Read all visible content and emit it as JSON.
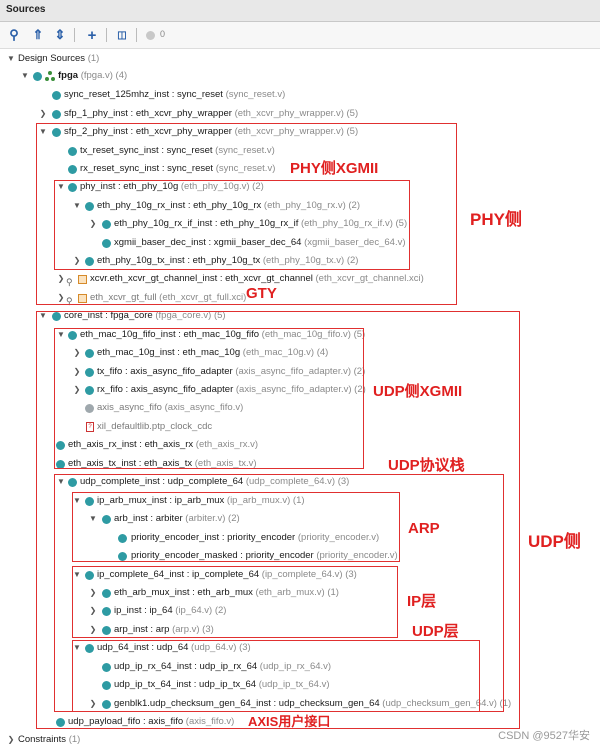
{
  "panel": {
    "title": "Sources",
    "counter": "0"
  },
  "tree": {
    "design_sources": {
      "label": "Design Sources",
      "count": "(1)"
    },
    "fpga": {
      "name": "fpga",
      "file": "(fpga.v) (4)"
    },
    "rows": [
      {
        "name": "sync_reset_125mhz_inst : sync_reset",
        "file": " (sync_reset.v)"
      },
      {
        "name": "sfp_1_phy_inst : eth_xcvr_phy_wrapper",
        "file": " (eth_xcvr_phy_wrapper.v) (5)"
      },
      {
        "name": "sfp_2_phy_inst : eth_xcvr_phy_wrapper",
        "file": " (eth_xcvr_phy_wrapper.v) (5)"
      },
      {
        "name": "tx_reset_sync_inst : sync_reset",
        "file": " (sync_reset.v)"
      },
      {
        "name": "rx_reset_sync_inst : sync_reset",
        "file": " (sync_reset.v)"
      },
      {
        "name": "phy_inst : eth_phy_10g",
        "file": " (eth_phy_10g.v) (2)"
      },
      {
        "name": "eth_phy_10g_rx_inst : eth_phy_10g_rx",
        "file": " (eth_phy_10g_rx.v) (2)"
      },
      {
        "name": "eth_phy_10g_rx_if_inst : eth_phy_10g_rx_if",
        "file": " (eth_phy_10g_rx_if.v) (5)"
      },
      {
        "name": "xgmii_baser_dec_inst : xgmii_baser_dec_64",
        "file": " (xgmii_baser_dec_64.v)"
      },
      {
        "name": "eth_phy_10g_tx_inst : eth_phy_10g_tx",
        "file": " (eth_phy_10g_tx.v) (2)"
      },
      {
        "name": "xcvr.eth_xcvr_gt_channel_inst : eth_xcvr_gt_channel",
        "file": " (eth_xcvr_gt_channel.xci)"
      },
      {
        "name": "eth_xcvr_gt_full",
        "file": " (eth_xcvr_gt_full.xci)"
      },
      {
        "name": "core_inst : fpga_core",
        "file": " (fpga_core.v) (5)"
      },
      {
        "name": "eth_mac_10g_fifo_inst : eth_mac_10g_fifo",
        "file": " (eth_mac_10g_fifo.v) (5)"
      },
      {
        "name": "eth_mac_10g_inst : eth_mac_10g",
        "file": " (eth_mac_10g.v) (4)"
      },
      {
        "name": "tx_fifo : axis_async_fifo_adapter",
        "file": " (axis_async_fifo_adapter.v) (2)"
      },
      {
        "name": "rx_fifo : axis_async_fifo_adapter",
        "file": " (axis_async_fifo_adapter.v) (2)"
      },
      {
        "name": "axis_async_fifo",
        "file": " (axis_async_fifo.v)"
      },
      {
        "name": "xil_defaultlib.ptp_clock_cdc",
        "file": ""
      },
      {
        "name": "eth_axis_rx_inst : eth_axis_rx",
        "file": " (eth_axis_rx.v)"
      },
      {
        "name": "eth_axis_tx_inst : eth_axis_tx",
        "file": " (eth_axis_tx.v)"
      },
      {
        "name": "udp_complete_inst : udp_complete_64",
        "file": " (udp_complete_64.v) (3)"
      },
      {
        "name": "ip_arb_mux_inst : ip_arb_mux",
        "file": " (ip_arb_mux.v) (1)"
      },
      {
        "name": "arb_inst : arbiter",
        "file": " (arbiter.v) (2)"
      },
      {
        "name": "priority_encoder_inst : priority_encoder",
        "file": " (priority_encoder.v)"
      },
      {
        "name": "priority_encoder_masked : priority_encoder",
        "file": " (priority_encoder.v)"
      },
      {
        "name": "ip_complete_64_inst : ip_complete_64",
        "file": " (ip_complete_64.v) (3)"
      },
      {
        "name": "eth_arb_mux_inst : eth_arb_mux",
        "file": " (eth_arb_mux.v) (1)"
      },
      {
        "name": "ip_inst : ip_64",
        "file": " (ip_64.v) (2)"
      },
      {
        "name": "arp_inst : arp",
        "file": " (arp.v) (3)"
      },
      {
        "name": "udp_64_inst : udp_64",
        "file": " (udp_64.v) (3)"
      },
      {
        "name": "udp_ip_rx_64_inst : udp_ip_rx_64",
        "file": " (udp_ip_rx_64.v)"
      },
      {
        "name": "udp_ip_tx_64_inst : udp_ip_tx_64",
        "file": " (udp_ip_tx_64.v)"
      },
      {
        "name": "genblk1.udp_checksum_gen_64_inst : udp_checksum_gen_64",
        "file": " (udp_checksum_gen_64.v) (1)"
      },
      {
        "name": "udp_payload_fifo : axis_fifo",
        "file": " (axis_fifo.v)"
      }
    ],
    "constraints": {
      "label": "Constraints",
      "count": "(1)"
    }
  },
  "annotations": {
    "phy_xgmii": "PHY侧XGMII",
    "phy_side": "PHY侧",
    "gty": "GTY",
    "udp_xgmii": "UDP侧XGMII",
    "udp_stack": "UDP协议栈",
    "arp": "ARP",
    "udp_side": "UDP侧",
    "ip_layer": "IP层",
    "udp_layer": "UDP层",
    "axis_iface": "AXIS用户接口"
  },
  "watermark": "CSDN @9527华安",
  "colors": {
    "annotation": "#e02020",
    "node_icon": "#2e9ba3"
  }
}
